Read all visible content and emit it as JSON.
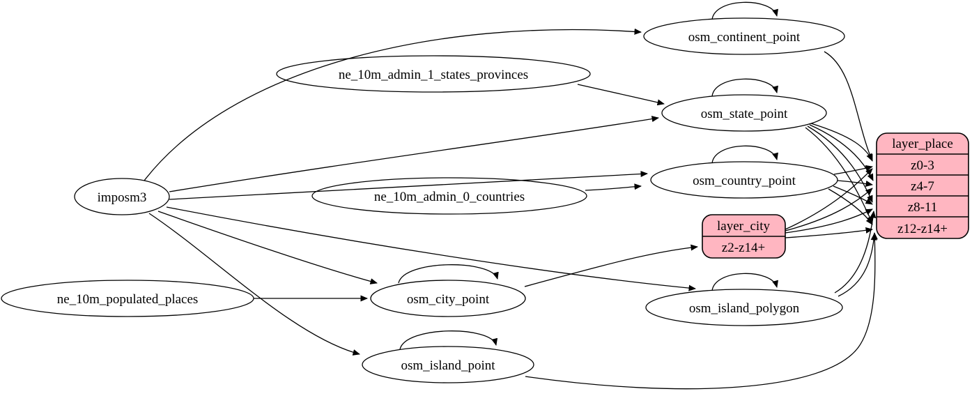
{
  "diagram": {
    "kind": "etl-dependency-graph",
    "colors": {
      "background": "#ffffff",
      "table_fill": "#ffffff",
      "layer_fill": "#ffb6c1",
      "edge": "#000000",
      "text": "#000000"
    },
    "nodes": {
      "imposm3": {
        "label": "imposm3"
      },
      "ne_10m_admin_1_states_provinces": {
        "label": "ne_10m_admin_1_states_provinces"
      },
      "ne_10m_admin_0_countries": {
        "label": "ne_10m_admin_0_countries"
      },
      "ne_10m_populated_places": {
        "label": "ne_10m_populated_places"
      },
      "osm_continent_point": {
        "label": "osm_continent_point"
      },
      "osm_state_point": {
        "label": "osm_state_point"
      },
      "osm_country_point": {
        "label": "osm_country_point"
      },
      "osm_city_point": {
        "label": "osm_city_point"
      },
      "osm_island_polygon": {
        "label": "osm_island_polygon"
      },
      "osm_island_point": {
        "label": "osm_island_point"
      },
      "layer_city": {
        "title": "layer_city",
        "rows": [
          "z2-z14+"
        ]
      },
      "layer_place": {
        "title": "layer_place",
        "rows": [
          "z0-3",
          "z4-7",
          "z8-11",
          "z12-z14+"
        ]
      }
    },
    "edges": [
      {
        "from": "imposm3",
        "to": "osm_continent_point"
      },
      {
        "from": "imposm3",
        "to": "osm_state_point"
      },
      {
        "from": "imposm3",
        "to": "osm_country_point"
      },
      {
        "from": "imposm3",
        "to": "osm_city_point"
      },
      {
        "from": "imposm3",
        "to": "osm_island_polygon"
      },
      {
        "from": "imposm3",
        "to": "osm_island_point"
      },
      {
        "from": "ne_10m_admin_1_states_provinces",
        "to": "osm_state_point"
      },
      {
        "from": "ne_10m_admin_0_countries",
        "to": "osm_country_point"
      },
      {
        "from": "ne_10m_populated_places",
        "to": "osm_city_point"
      },
      {
        "from": "osm_continent_point",
        "to": "osm_continent_point"
      },
      {
        "from": "osm_state_point",
        "to": "osm_state_point"
      },
      {
        "from": "osm_country_point",
        "to": "osm_country_point"
      },
      {
        "from": "osm_city_point",
        "to": "osm_city_point"
      },
      {
        "from": "osm_island_polygon",
        "to": "osm_island_polygon"
      },
      {
        "from": "osm_island_point",
        "to": "osm_island_point"
      },
      {
        "from": "osm_continent_point",
        "to": "layer_place:z0-3"
      },
      {
        "from": "osm_state_point",
        "to": "layer_place:z0-3"
      },
      {
        "from": "osm_state_point",
        "to": "layer_place:z4-7"
      },
      {
        "from": "osm_state_point",
        "to": "layer_place:z8-11"
      },
      {
        "from": "osm_state_point",
        "to": "layer_place:z12-z14+"
      },
      {
        "from": "osm_country_point",
        "to": "layer_place:z0-3"
      },
      {
        "from": "osm_country_point",
        "to": "layer_place:z4-7"
      },
      {
        "from": "osm_country_point",
        "to": "layer_place:z8-11"
      },
      {
        "from": "osm_country_point",
        "to": "layer_place:z12-z14+"
      },
      {
        "from": "osm_city_point",
        "to": "layer_city:z2-z14+"
      },
      {
        "from": "layer_city",
        "to": "layer_place:z0-3"
      },
      {
        "from": "layer_city",
        "to": "layer_place:z4-7"
      },
      {
        "from": "layer_city",
        "to": "layer_place:z8-11"
      },
      {
        "from": "layer_city",
        "to": "layer_place:z12-z14+"
      },
      {
        "from": "osm_island_polygon",
        "to": "layer_place:z8-11"
      },
      {
        "from": "osm_island_polygon",
        "to": "layer_place:z12-z14+"
      },
      {
        "from": "osm_island_point",
        "to": "layer_place:z12-z14+"
      }
    ]
  }
}
